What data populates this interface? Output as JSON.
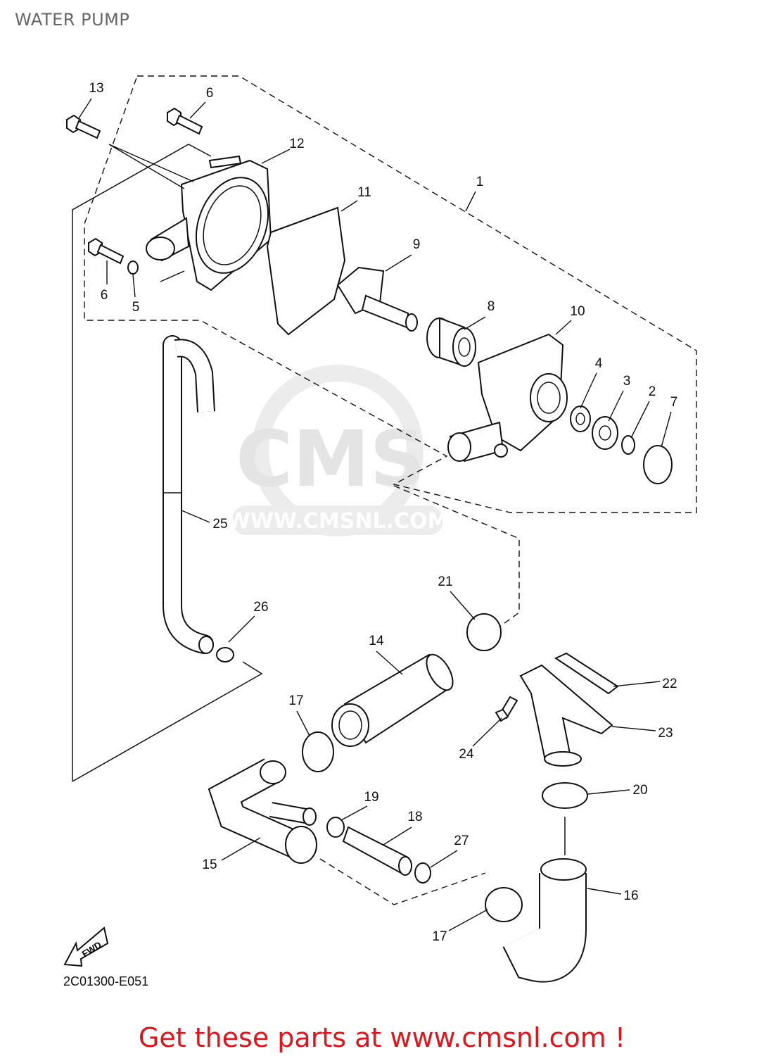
{
  "header": {
    "title": "WATER PUMP"
  },
  "watermark": {
    "brand": "CMS",
    "url": "WWW.CMSNL.COM"
  },
  "callouts": [
    "13",
    "6",
    "12",
    "1",
    "11",
    "9",
    "6",
    "5",
    "8",
    "10",
    "4",
    "3",
    "2",
    "7",
    "25",
    "21",
    "26",
    "14",
    "22",
    "17",
    "23",
    "24",
    "20",
    "19",
    "18",
    "27",
    "15",
    "16",
    "17"
  ],
  "direction_badge": "FWD",
  "diagram_code": "2C01300-E051",
  "footer": {
    "text": "Get these parts at www.cmsnl.com !"
  },
  "colors": {
    "footer": "#e0151b",
    "title": "#666666"
  }
}
